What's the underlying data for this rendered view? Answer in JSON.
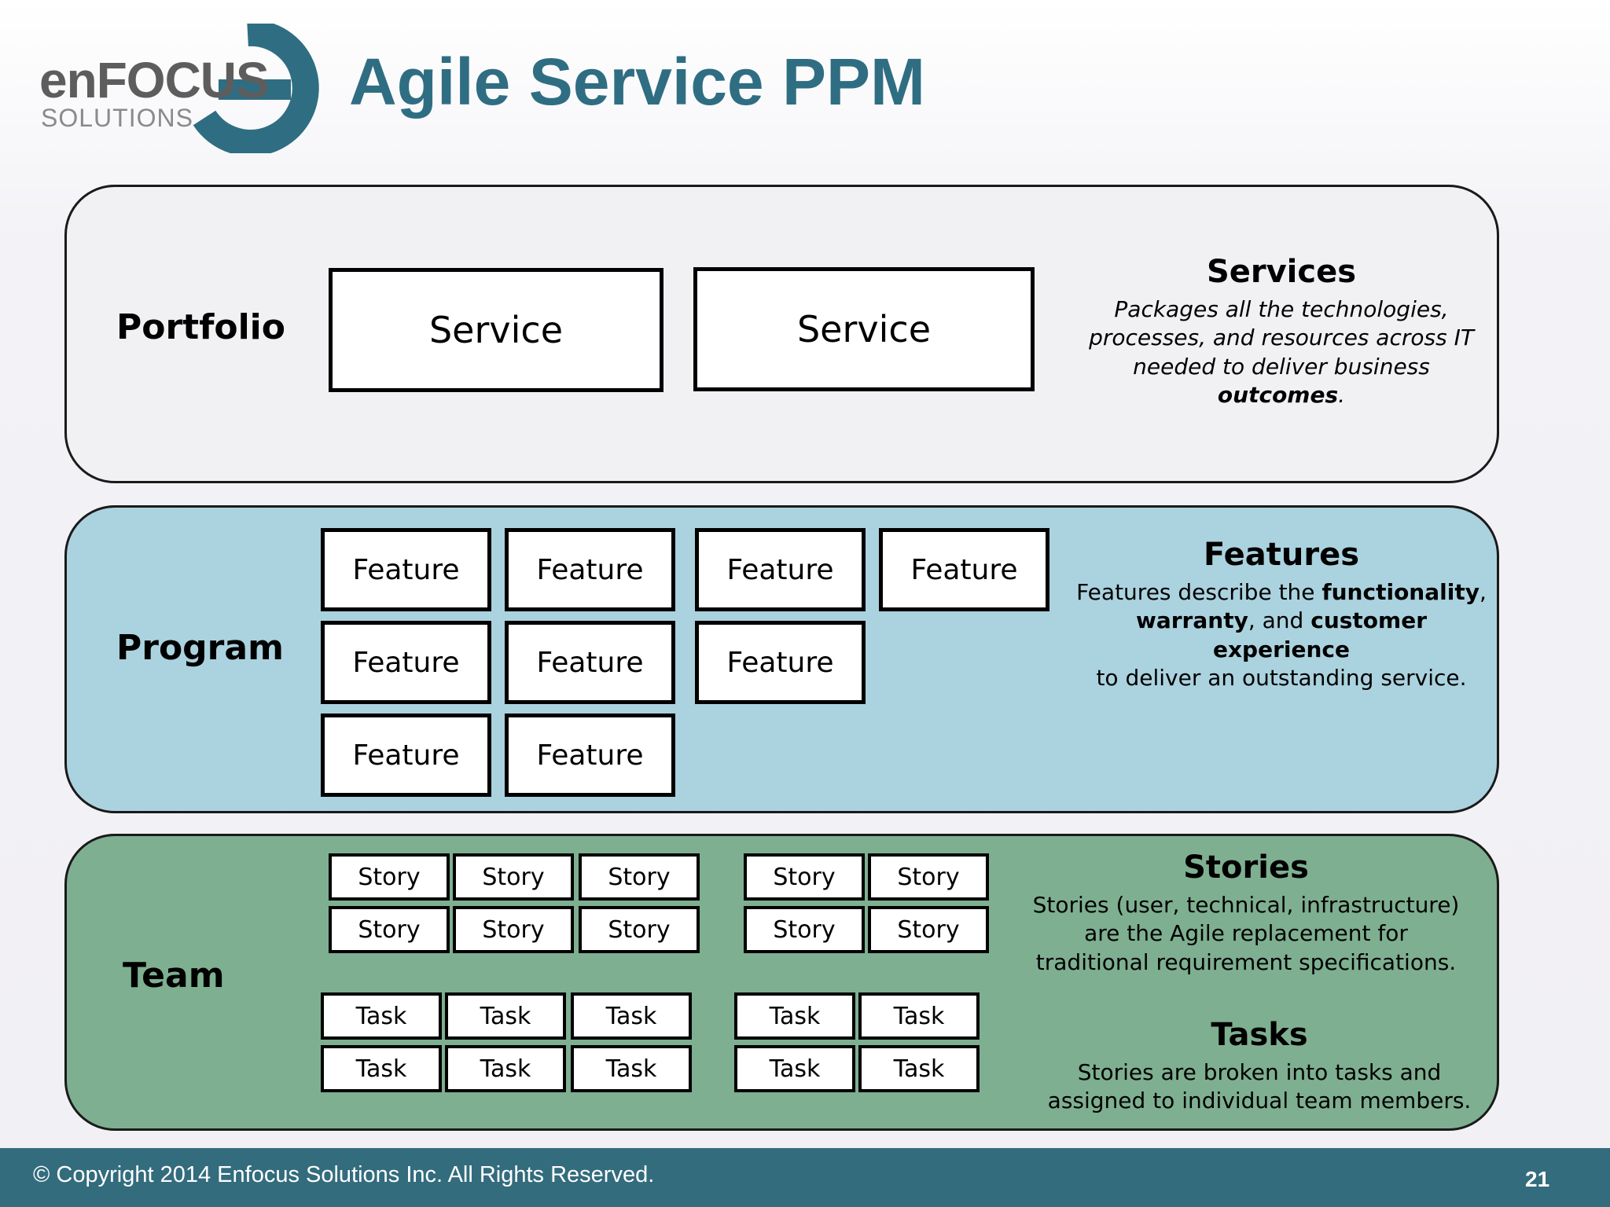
{
  "logo": {
    "word": "enFOCUS",
    "sub": "SOLUTIONS"
  },
  "title": "Agile Service PPM",
  "portfolio": {
    "label": "Portfolio",
    "boxes": [
      "Service",
      "Service"
    ],
    "desc_title": "Services",
    "desc_lines": [
      "Packages all the technologies,",
      "processes, and resources across IT",
      "needed to deliver business"
    ],
    "desc_last_bold": "outcomes",
    "desc_last_end": "."
  },
  "program": {
    "label": "Program",
    "boxes": [
      "Feature",
      "Feature",
      "Feature",
      "Feature",
      "Feature",
      "Feature",
      "Feature",
      "Feature",
      "Feature"
    ],
    "desc_title": "Features",
    "desc_parts": [
      "Features describe the ",
      "functionality",
      ",",
      "warranty",
      ", and ",
      "customer experience",
      "to deliver an outstanding service."
    ]
  },
  "team": {
    "label": "Team",
    "stories": [
      "Story",
      "Story",
      "Story",
      "Story",
      "Story",
      "Story",
      "Story",
      "Story",
      "Story",
      "Story"
    ],
    "tasks": [
      "Task",
      "Task",
      "Task",
      "Task",
      "Task",
      "Task",
      "Task",
      "Task",
      "Task",
      "Task"
    ],
    "stories_title": "Stories",
    "stories_lines": [
      "Stories (user, technical, infrastructure)",
      "are the Agile replacement for",
      "traditional  requirement specifications."
    ],
    "tasks_title": "Tasks",
    "tasks_lines": [
      "Stories are broken into tasks and",
      "assigned to individual team members."
    ]
  },
  "footer": {
    "copyright": "© Copyright 2014 Enfocus Solutions Inc. All Rights Reserved.",
    "page": "21"
  },
  "colors": {
    "title": "#2f6e82",
    "program_bg": "#abd2df",
    "team_bg": "#7eaf91",
    "footer_bg": "#336c7d"
  }
}
